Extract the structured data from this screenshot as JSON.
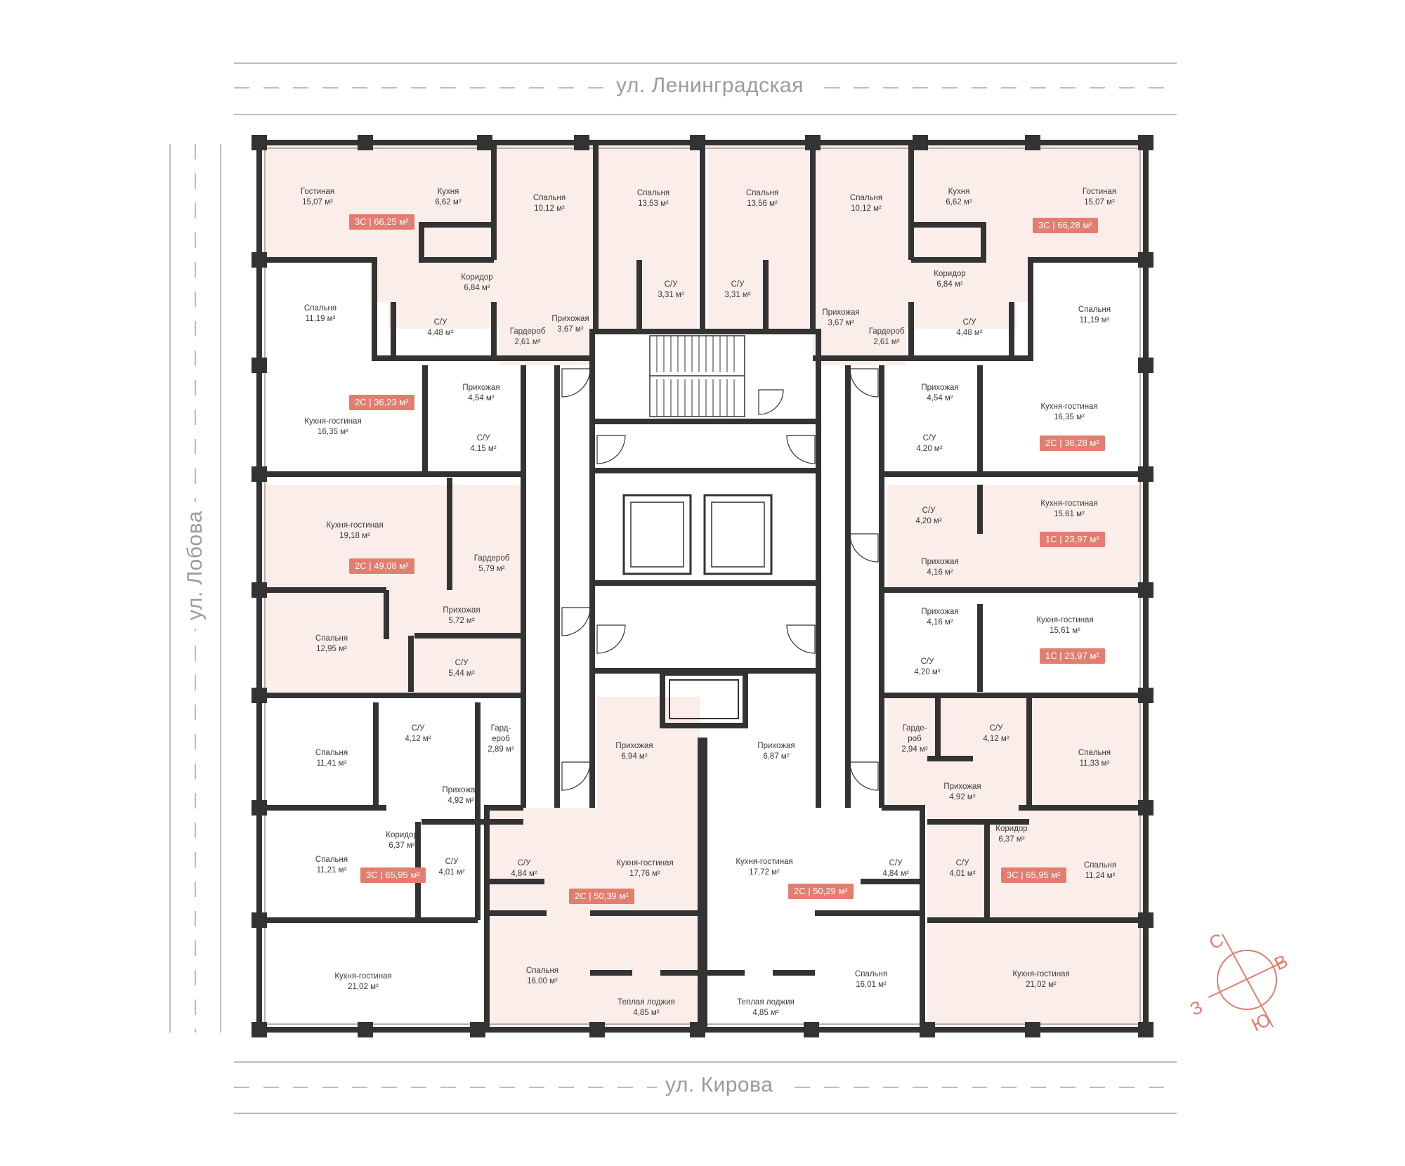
{
  "streets": {
    "north": "ул. Ленинградская",
    "south": "ул. Кирова",
    "west": "ул. Лобова"
  },
  "compass": {
    "n": "С",
    "e": "В",
    "s": "Ю",
    "w": "З"
  },
  "colors": {
    "accent": "#e27d6f",
    "fill": "#fbeeea",
    "wall": "#333333"
  },
  "apartments": [
    {
      "badge": "3С | 66,25 м²",
      "rooms": [
        {
          "name": "Гостиная",
          "area": "15,07 м²"
        },
        {
          "name": "Кухня",
          "area": "6,62 м²"
        },
        {
          "name": "Спальня",
          "area": "10,12 м²"
        },
        {
          "name": "Спальня",
          "area": "13,53 м²"
        },
        {
          "name": "Коридор",
          "area": "6,84 м²"
        },
        {
          "name": "С/У",
          "area": "3,31 м²"
        },
        {
          "name": "С/У",
          "area": "4,48 м²"
        },
        {
          "name": "Гардероб",
          "area": "2,61 м²"
        },
        {
          "name": "Прихожая",
          "area": "3,67 м²"
        }
      ]
    },
    {
      "badge": "3С | 66,28 м²",
      "rooms": [
        {
          "name": "Спальня",
          "area": "13,56 м²"
        },
        {
          "name": "Спальня",
          "area": "10,12 м²"
        },
        {
          "name": "Кухня",
          "area": "6,62 м²"
        },
        {
          "name": "Гостиная",
          "area": "15,07 м²"
        },
        {
          "name": "С/У",
          "area": "3,31 м²"
        },
        {
          "name": "Коридор",
          "area": "6,84 м²"
        },
        {
          "name": "Прихожая",
          "area": "3,67 м²"
        },
        {
          "name": "Гардероб",
          "area": "2,61 м²"
        },
        {
          "name": "С/У",
          "area": "4,48 м²"
        }
      ]
    },
    {
      "badge": "2С | 36,23 м²",
      "rooms": [
        {
          "name": "Спальня",
          "area": "11,19 м²"
        },
        {
          "name": "Прихожая",
          "area": "4,54 м²"
        },
        {
          "name": "Кухня-гостиная",
          "area": "16,35 м²"
        },
        {
          "name": "С/У",
          "area": "4,15 м²"
        }
      ]
    },
    {
      "badge": "2С | 36,28 м²",
      "rooms": [
        {
          "name": "Спальня",
          "area": "11,19 м²"
        },
        {
          "name": "Прихожая",
          "area": "4,54 м²"
        },
        {
          "name": "Кухня-гостиная",
          "area": "16,35 м²"
        },
        {
          "name": "С/У",
          "area": "4,20 м²"
        }
      ]
    },
    {
      "badge": "2С | 49,08 м²",
      "rooms": [
        {
          "name": "Кухня-гостиная",
          "area": "19,18 м²"
        },
        {
          "name": "Гардероб",
          "area": "5,79 м²"
        },
        {
          "name": "Прихожая",
          "area": "5,72 м²"
        },
        {
          "name": "Спальня",
          "area": "12,95 м²"
        },
        {
          "name": "С/У",
          "area": "5,44 м²"
        }
      ]
    },
    {
      "badge": "1С | 23,97 м²",
      "rooms": [
        {
          "name": "С/У",
          "area": "4,20 м²"
        },
        {
          "name": "Кухня-гостиная",
          "area": "15,61 м²"
        },
        {
          "name": "Прихожая",
          "area": "4,16 м²"
        }
      ]
    },
    {
      "badge": "1С | 23,97 м²",
      "rooms": [
        {
          "name": "Прихожая",
          "area": "4,16 м²"
        },
        {
          "name": "Кухня-гостиная",
          "area": "15,61 м²"
        },
        {
          "name": "С/У",
          "area": "4,20 м²"
        }
      ]
    },
    {
      "badge": "3С | 65,95 м²",
      "rooms": [
        {
          "name": "Спальня",
          "area": "11,41 м²"
        },
        {
          "name": "С/У",
          "area": "4,12 м²"
        },
        {
          "name": "Гард-\nероб",
          "area": "2,89 м²"
        },
        {
          "name": "Прихожая",
          "area": "4,92 м²"
        },
        {
          "name": "Спальня",
          "area": "11,21 м²"
        },
        {
          "name": "Коридор",
          "area": "6,37 м²"
        },
        {
          "name": "С/У",
          "area": "4,01 м²"
        },
        {
          "name": "Кухня-гостиная",
          "area": "21,02 м²"
        }
      ]
    },
    {
      "badge": "3С | 65,95 м²",
      "rooms": [
        {
          "name": "Гарде-\nроб",
          "area": "2,94 м²"
        },
        {
          "name": "С/У",
          "area": "4,12 м²"
        },
        {
          "name": "Спальня",
          "area": "11,33 м²"
        },
        {
          "name": "Прихожая",
          "area": "4,92 м²"
        },
        {
          "name": "Коридор",
          "area": "6,37 м²"
        },
        {
          "name": "С/У",
          "area": "4,01 м²"
        },
        {
          "name": "Спальня",
          "area": "11,24 м²"
        },
        {
          "name": "Кухня-гостиная",
          "area": "21,02 м²"
        }
      ]
    },
    {
      "badge": "2С | 50,39 м²",
      "rooms": [
        {
          "name": "Прихожая",
          "area": "6,94 м²"
        },
        {
          "name": "С/У",
          "area": "4,84 м²"
        },
        {
          "name": "Кухня-гостиная",
          "area": "17,76 м²"
        },
        {
          "name": "Спальня",
          "area": "16,00 м²"
        },
        {
          "name": "Теплая лоджия",
          "area": "4,85 м²"
        }
      ]
    },
    {
      "badge": "2С | 50,29 м²",
      "rooms": [
        {
          "name": "Прихожая",
          "area": "6,87 м²"
        },
        {
          "name": "Кухня-гостиная",
          "area": "17,72 м²"
        },
        {
          "name": "С/У",
          "area": "4,84 м²"
        },
        {
          "name": "Спальня",
          "area": "16,01 м²"
        },
        {
          "name": "Теплая лоджия",
          "area": "4,85 м²"
        }
      ]
    }
  ]
}
